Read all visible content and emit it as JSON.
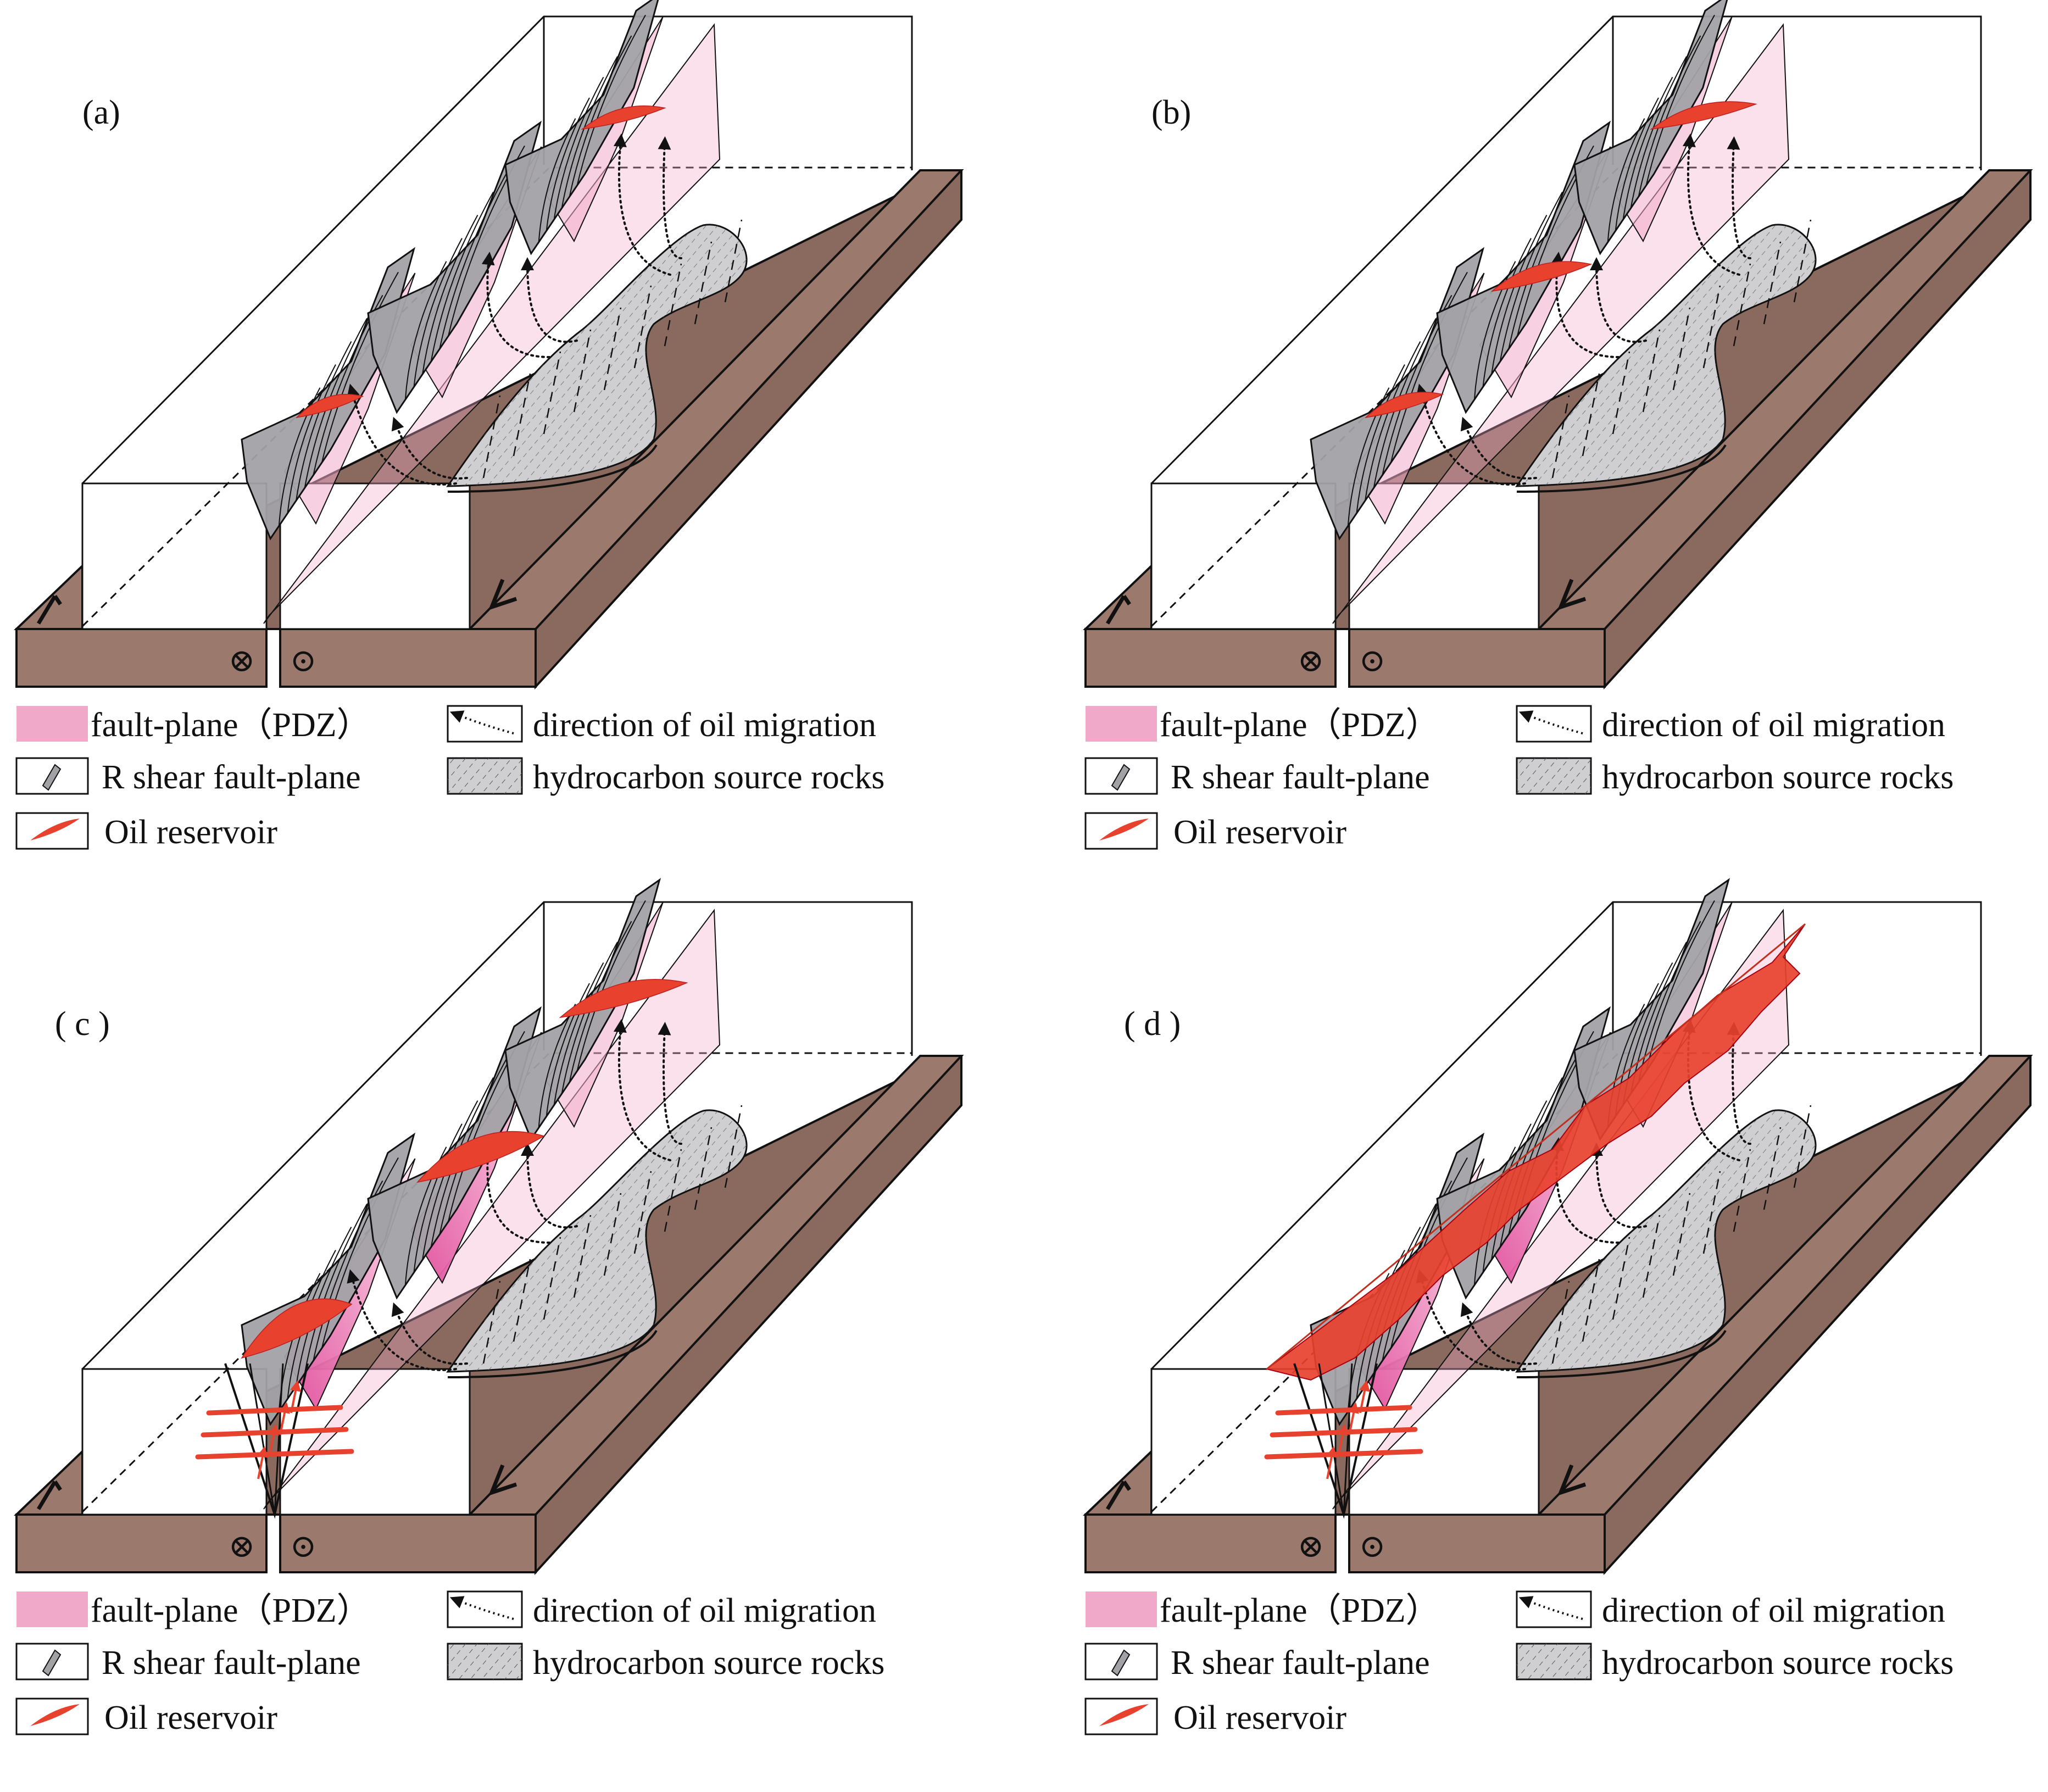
{
  "panels": [
    {
      "id": "a",
      "label": "(a)",
      "stage": 0
    },
    {
      "id": "b",
      "label": "(b)",
      "stage": 1
    },
    {
      "id": "c",
      "label": "( c )",
      "stage": 2
    },
    {
      "id": "d",
      "label": "( d )",
      "stage": 3
    }
  ],
  "legend": {
    "fault_plane": "fault-plane（PDZ）",
    "r_shear": "R shear fault-plane",
    "oil_reservoir": "Oil reservoir",
    "migration": "direction of oil migration",
    "source_rocks": "hydrocarbon source rocks"
  },
  "symbols": {
    "into_page": "⊗",
    "out_of_page": "⊙"
  },
  "colors": {
    "base_block": "#9b796c",
    "fault_plane": "#f1a9c9",
    "r_shear": "#a2a2a6",
    "oil": "#e8412e",
    "source": "#cfcfd1"
  }
}
